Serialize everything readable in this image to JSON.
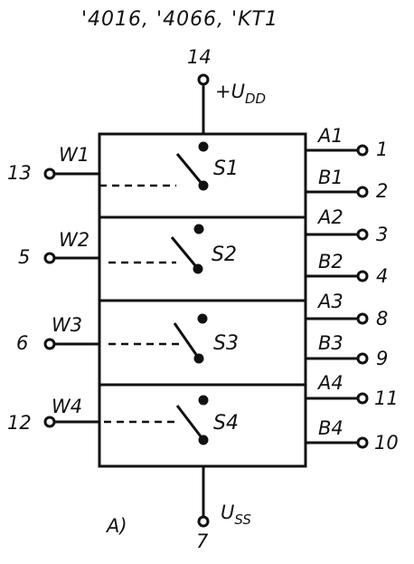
{
  "title": "'4016, '4066, 'KT1",
  "power": {
    "vdd_label": "+U",
    "vdd_sub": "DD",
    "vdd_pin": "14",
    "vss_label": "U",
    "vss_sub": "SS",
    "vss_pin": "7"
  },
  "figure_label": "A)",
  "channels": [
    {
      "control": "W1",
      "control_pin": "13",
      "switch": "S1",
      "a": "A1",
      "a_pin": "1",
      "b": "B1",
      "b_pin": "2"
    },
    {
      "control": "W2",
      "control_pin": "5",
      "switch": "S2",
      "a": "A2",
      "a_pin": "3",
      "b": "B2",
      "b_pin": "4"
    },
    {
      "control": "W3",
      "control_pin": "6",
      "switch": "S3",
      "a": "A3",
      "a_pin": "8",
      "b": "B3",
      "b_pin": "9"
    },
    {
      "control": "W4",
      "control_pin": "12",
      "switch": "S4",
      "a": "A4",
      "a_pin": "11",
      "b": "B4",
      "b_pin": "10"
    }
  ]
}
